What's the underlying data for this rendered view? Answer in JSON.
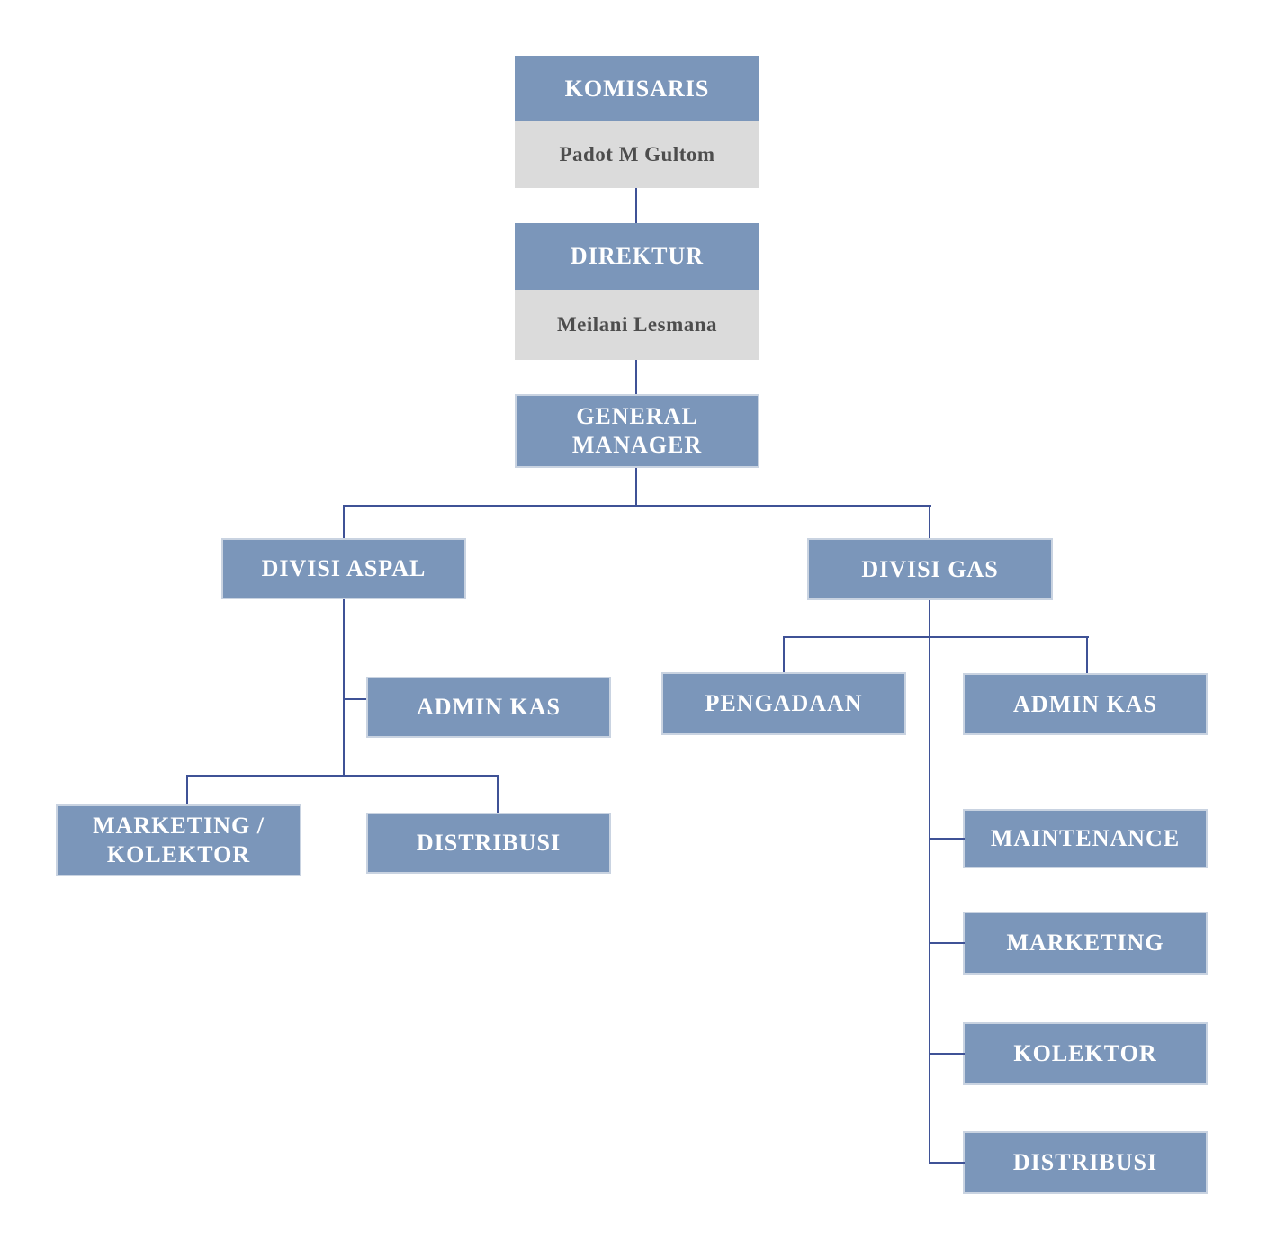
{
  "colors": {
    "page_bg": "#FFFFFF",
    "node_fill": "#7B96BA",
    "node_border": "#C9D3E1",
    "name_fill": "#DBDBDB",
    "title_text": "#FFFFFF",
    "name_text": "#4D4D4D",
    "connector": "#3F5296"
  },
  "org": {
    "komisaris": {
      "title": "KOMISARIS",
      "person": "Padot M Gultom"
    },
    "direktur": {
      "title": "DIREKTUR",
      "person": "Meilani Lesmana"
    },
    "general_manager": {
      "title": "GENERAL MANAGER"
    },
    "divisi_aspal": {
      "title": "DIVISI ASPAL",
      "admin_kas": {
        "title": "ADMIN KAS"
      },
      "marketing_kolektor": {
        "title": "MARKETING / KOLEKTOR"
      },
      "distribusi": {
        "title": "DISTRIBUSI"
      }
    },
    "divisi_gas": {
      "title": "DIVISI GAS",
      "pengadaan": {
        "title": "PENGADAAN"
      },
      "admin_kas": {
        "title": "ADMIN KAS"
      },
      "maintenance": {
        "title": "MAINTENANCE"
      },
      "marketing": {
        "title": "MARKETING"
      },
      "kolektor": {
        "title": "KOLEKTOR"
      },
      "distribusi": {
        "title": "DISTRIBUSI"
      }
    }
  }
}
